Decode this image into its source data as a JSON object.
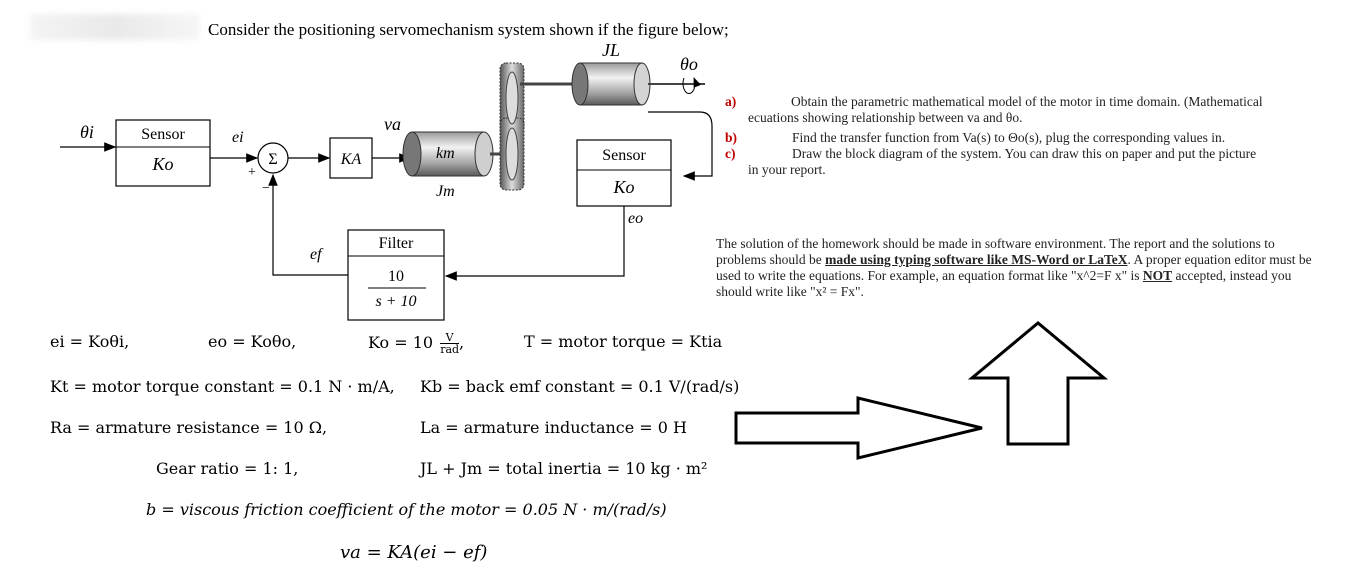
{
  "header": {
    "problem_statement": "Consider the positioning servomechanism system shown if the figure below;"
  },
  "diagram": {
    "theta_i": "θi",
    "sensor_left_label": "Sensor",
    "sensor_left_gain": "Ko",
    "e_i": "ei",
    "plus": "+",
    "minus": "−",
    "sigma": "Σ",
    "ka": "KA",
    "va": "va",
    "km": "km",
    "jm": "Jm",
    "jl": "JL",
    "theta_o": "θo",
    "sensor_right_label": "Sensor",
    "sensor_right_gain": "Ko",
    "e_o": "eo",
    "filter_label": "Filter",
    "filter_num": "10",
    "filter_den": "s + 10",
    "e_f": "ef"
  },
  "questions": [
    {
      "label": "a)",
      "text": "Obtain the parametric mathematical model of the motor in time domain. (Mathematical"
    },
    {
      "label": "",
      "text": "ecuations showing relationship between va and θo."
    },
    {
      "label": "b)",
      "text": "Find the transfer function from Va(s) to Θo(s), plug the corresponding values in."
    },
    {
      "label": "c)",
      "text": "Draw the block diagram of the system. You can draw this on paper and put the picture"
    },
    {
      "label": "",
      "text": "in your report."
    }
  ],
  "note": {
    "part1": "The solution of the homework should be made in software environment. The report and the solutions to problems should be ",
    "underlined": "made using typing software like MS-Word or LaTeX",
    "part2": ". A proper equation editor must be used to write the equations. For example, an equation format like \"x^2=F x\" is ",
    "not_word": "NOT",
    "part3": " accepted, instead you should write like \"x² = Fx\"."
  },
  "equations": {
    "ei": "ei = Koθi,",
    "eo": "eo = Koθo,",
    "ko_prefix": "Ko = 10",
    "ko_unit_num": "V",
    "ko_unit_den": "rad",
    "torque": "T = motor torque = Ktia",
    "kt": "Kt = motor torque constant = 0.1 N · m/A,",
    "kb": "Kb = back emf constant = 0.1 V/(rad/s)",
    "ra": "Ra = armature resistance = 10 Ω,",
    "la": "La = armature inductance = 0 H",
    "gear": "Gear ratio = 1: 1,",
    "inertia": "JL + Jm = total inertia = 10 kg · m²",
    "b": "b = viscous friction coefficient of the motor = 0.05 N · m/(rad/s)",
    "va": "va = KA(ei − ef)"
  },
  "arrows": [
    "right-arrow",
    "up-arrow"
  ]
}
